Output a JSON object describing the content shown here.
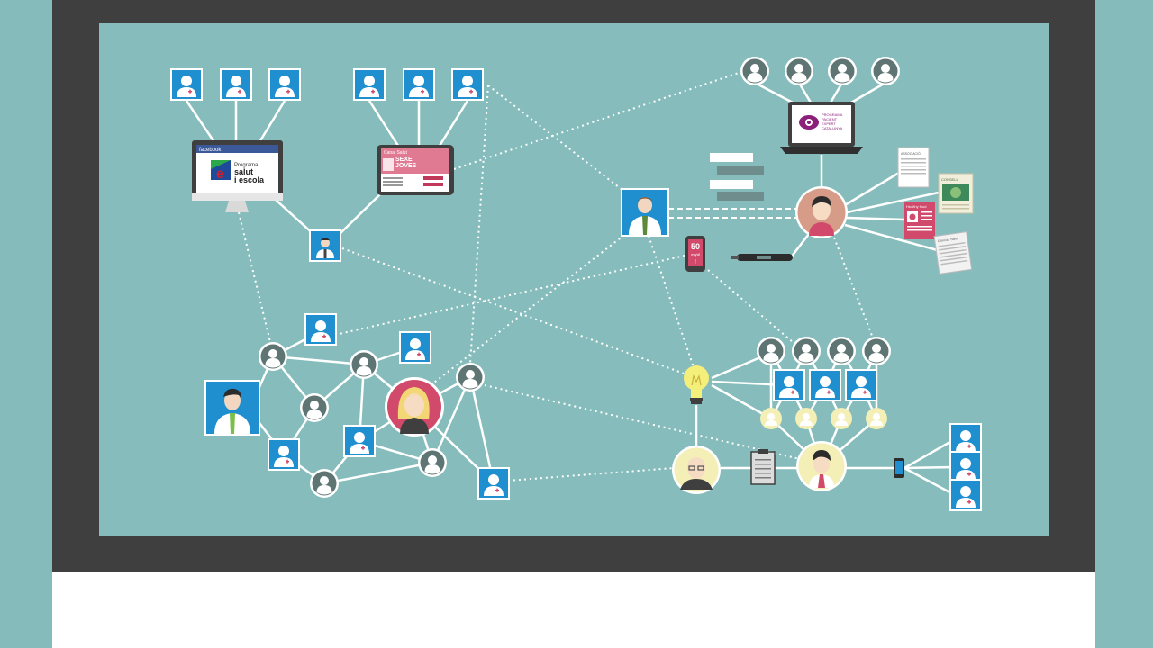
{
  "colors": {
    "background": "#85bcbb",
    "screen": "#86bdbc",
    "bezel": "#3f3f3f",
    "chin": "#ffffff",
    "tile_blue": "#1f8fd0",
    "node_gray": "#5e7573",
    "accent_pink": "#d24a6b",
    "accent_yellow": "#f3efb6",
    "line": "#ffffff"
  },
  "desktop_monitor": {
    "header": "facebook",
    "line1": "Programa",
    "line2": "salut",
    "line3": "i escola"
  },
  "tablet": {
    "header": "Canal Salut",
    "line1": "SEXE",
    "line2": "JOVES"
  },
  "laptop": {
    "line1": "PROGRAMA",
    "line2": "PACIENT",
    "line3": "EXPERT",
    "line4": "CATALUNYA"
  },
  "glucose_meter": {
    "value": "50",
    "unit": "mg/dl"
  },
  "documents": {
    "doc1": "ASSOCIACIÓ",
    "doc2": "CONSELL",
    "doc3": "Healthy food",
    "doc4": "Ciència i Salut"
  },
  "icons": {
    "user_tile": "user-icon",
    "doctor": "doctor-icon",
    "bulb": "lightbulb-icon",
    "clipboard": "clipboard-icon",
    "phone": "smartphone-icon",
    "pen": "insulin-pen-icon"
  }
}
